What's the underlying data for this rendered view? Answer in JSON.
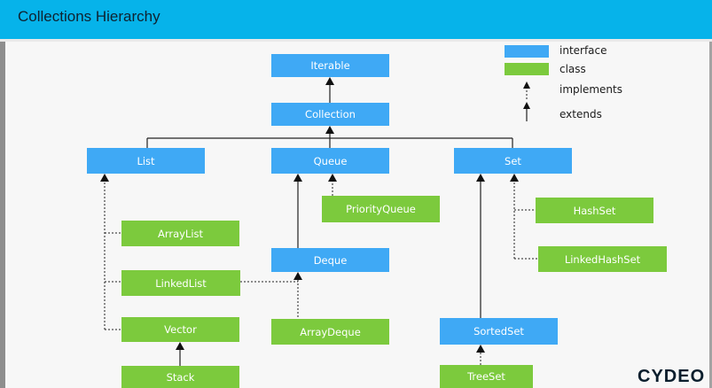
{
  "header": {
    "title": "Collections Hierarchy"
  },
  "brand": {
    "text": "CYDEO"
  },
  "colors": {
    "interface": "#3fa9f5",
    "class": "#7cca3d",
    "header": "#06b3ea"
  },
  "legend": {
    "interface_label": "interface",
    "class_label": "class",
    "implements_label": "implements",
    "extends_label": "extends"
  },
  "nodes": {
    "iterable": {
      "label": "Iterable",
      "kind": "interface"
    },
    "collection": {
      "label": "Collection",
      "kind": "interface"
    },
    "list": {
      "label": "List",
      "kind": "interface"
    },
    "queue": {
      "label": "Queue",
      "kind": "interface"
    },
    "set": {
      "label": "Set",
      "kind": "interface"
    },
    "priority_queue": {
      "label": "PriorityQueue",
      "kind": "class"
    },
    "hash_set": {
      "label": "HashSet",
      "kind": "class"
    },
    "array_list": {
      "label": "ArrayList",
      "kind": "class"
    },
    "linked_hash_set": {
      "label": "LinkedHashSet",
      "kind": "class"
    },
    "deque": {
      "label": "Deque",
      "kind": "interface"
    },
    "linked_list": {
      "label": "LinkedList",
      "kind": "class"
    },
    "vector": {
      "label": "Vector",
      "kind": "class"
    },
    "array_deque": {
      "label": "ArrayDeque",
      "kind": "class"
    },
    "sorted_set": {
      "label": "SortedSet",
      "kind": "interface"
    },
    "stack": {
      "label": "Stack",
      "kind": "class"
    },
    "tree_set": {
      "label": "TreeSet",
      "kind": "class"
    }
  },
  "relations": [
    {
      "from": "collection",
      "to": "iterable",
      "type": "extends"
    },
    {
      "from": "list",
      "to": "collection",
      "type": "extends"
    },
    {
      "from": "queue",
      "to": "collection",
      "type": "extends"
    },
    {
      "from": "set",
      "to": "collection",
      "type": "extends"
    },
    {
      "from": "priority_queue",
      "to": "queue",
      "type": "implements"
    },
    {
      "from": "deque",
      "to": "queue",
      "type": "extends"
    },
    {
      "from": "array_list",
      "to": "list",
      "type": "implements"
    },
    {
      "from": "linked_list",
      "to": "list",
      "type": "implements"
    },
    {
      "from": "vector",
      "to": "list",
      "type": "implements"
    },
    {
      "from": "linked_list",
      "to": "deque",
      "type": "implements"
    },
    {
      "from": "array_deque",
      "to": "deque",
      "type": "implements"
    },
    {
      "from": "stack",
      "to": "vector",
      "type": "extends"
    },
    {
      "from": "hash_set",
      "to": "set",
      "type": "implements"
    },
    {
      "from": "linked_hash_set",
      "to": "set",
      "type": "implements"
    },
    {
      "from": "sorted_set",
      "to": "set",
      "type": "extends"
    },
    {
      "from": "tree_set",
      "to": "sorted_set",
      "type": "implements"
    }
  ]
}
